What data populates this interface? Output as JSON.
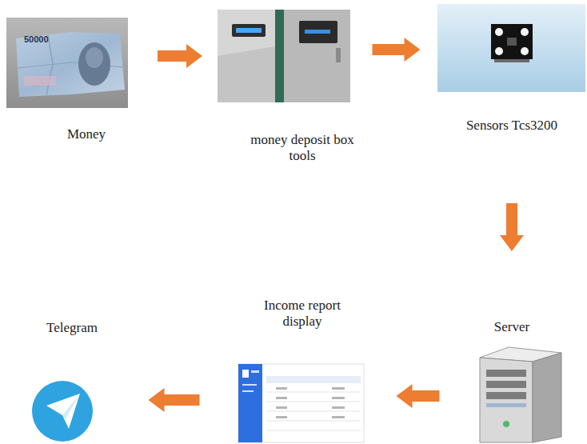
{
  "diagram": {
    "nodes": [
      {
        "text": [
          "Money"
        ]
      },
      {
        "text": [
          "money deposit box tools"
        ]
      },
      {
        "text": [
          "Sensors Tcs3200"
        ]
      },
      {
        "text": [
          "Server"
        ]
      },
      {
        "text": [
          "Income report display"
        ]
      },
      {
        "text": [
          "Telegram"
        ]
      }
    ],
    "edges": [
      {
        "from": 0,
        "to": 1,
        "arrow": "to"
      },
      {
        "from": 1,
        "to": 2,
        "arrow": "to"
      },
      {
        "from": 2,
        "to": 3,
        "arrow": "to"
      },
      {
        "from": 3,
        "to": 4,
        "arrow": "to"
      },
      {
        "from": 4,
        "to": 5,
        "arrow": "to"
      }
    ],
    "labels": [
      "50000"
    ]
  }
}
